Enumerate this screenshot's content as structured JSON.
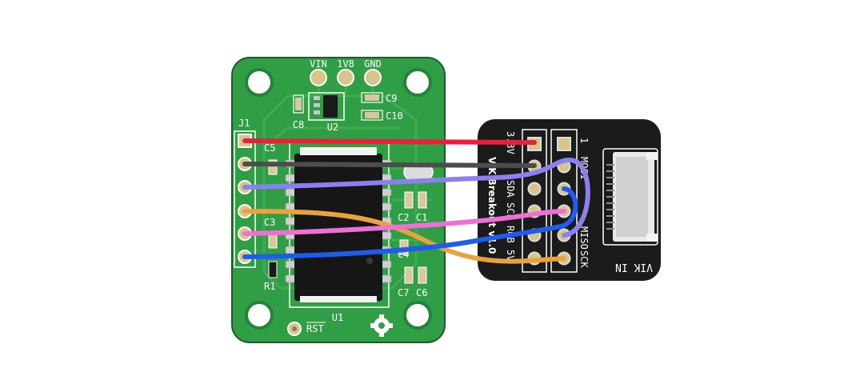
{
  "main_board": {
    "power_pins": [
      "VIN",
      "1V8",
      "GND"
    ],
    "labels": {
      "j1": "J1",
      "u1": "U1",
      "u2": "U2",
      "r1": "R1",
      "rst": "RST",
      "c1": "C1",
      "c2": "C2",
      "c3": "C3",
      "c4": "C4",
      "c5": "C5",
      "c6": "C6",
      "c7": "C7",
      "c8": "C8",
      "c9": "C9",
      "c10": "C10"
    }
  },
  "breakout": {
    "title": "ViK Breakout v1.0",
    "connector_label": "VIK IN",
    "left_labels": [
      "3.3V",
      "",
      "SDA",
      "SCL",
      "RGB",
      "5V"
    ],
    "right_labels": [
      "1",
      "MOSI",
      "",
      "",
      "MISO",
      "SCK"
    ]
  },
  "wires": [
    {
      "name": "red",
      "color": "#ee1d3a"
    },
    {
      "name": "gray",
      "color": "#4d4d4d"
    },
    {
      "name": "purple",
      "color": "#8b80f0"
    },
    {
      "name": "orange",
      "color": "#e8a33d"
    },
    {
      "name": "pink",
      "color": "#ee70d6"
    },
    {
      "name": "blue",
      "color": "#1d5cee"
    }
  ],
  "colors": {
    "board_green": "#2f9e45",
    "board_edge": "#1c5e2a",
    "trace_green": "#3aa94f",
    "breakout_body": "#1b1b1b",
    "pad_gold": "#d6c68a"
  }
}
